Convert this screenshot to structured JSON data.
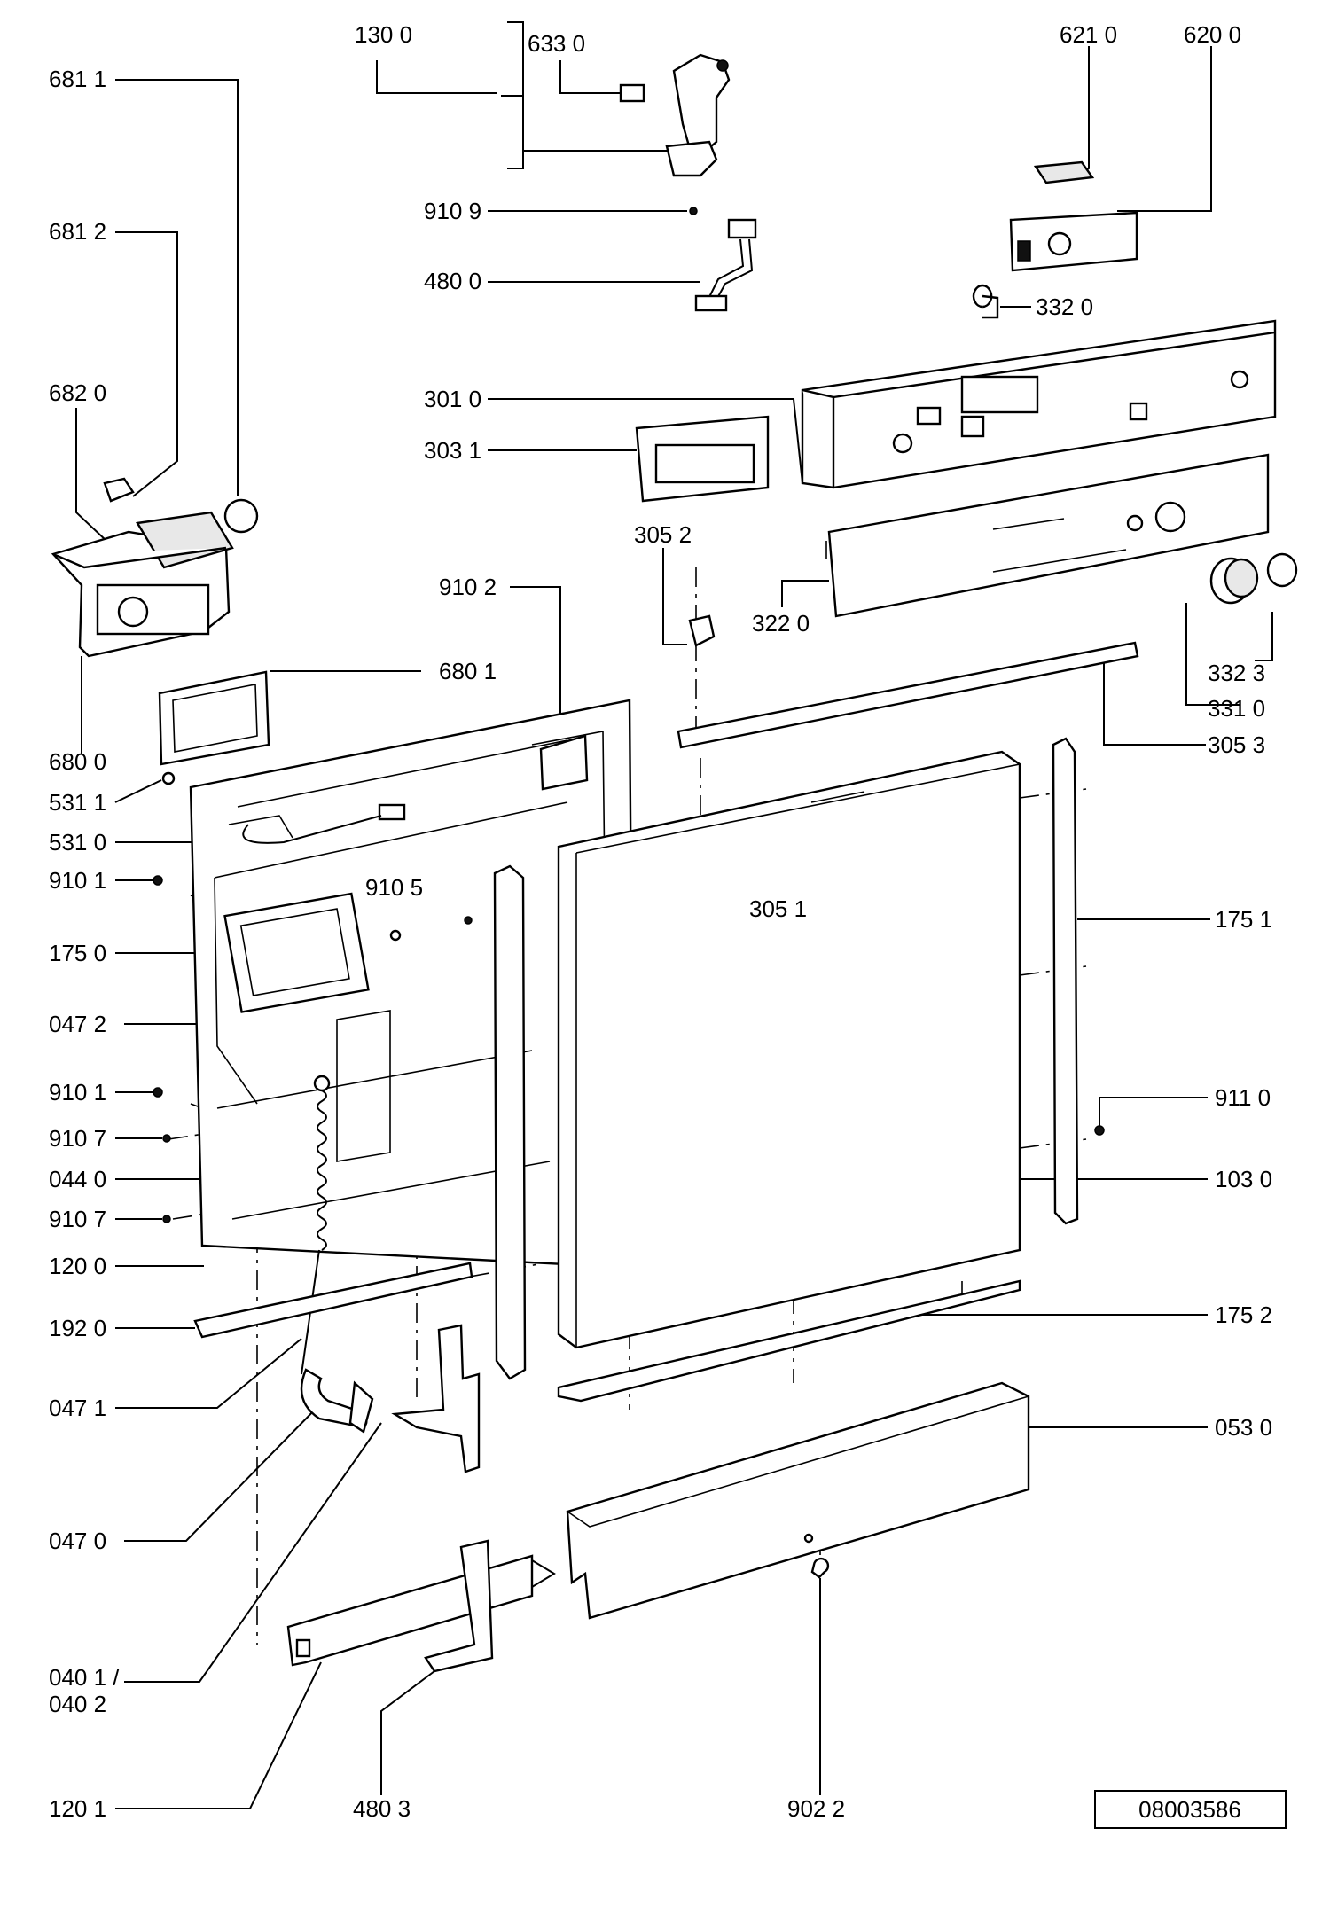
{
  "diagram": {
    "drawing_number": "08003586",
    "labels": [
      {
        "id": "l1300",
        "text": "130 0"
      },
      {
        "id": "l6330",
        "text": "633 0"
      },
      {
        "id": "l6210",
        "text": "621 0"
      },
      {
        "id": "l6200",
        "text": "620 0"
      },
      {
        "id": "l6811",
        "text": "681 1"
      },
      {
        "id": "l6812",
        "text": "681 2"
      },
      {
        "id": "l9109",
        "text": "910 9"
      },
      {
        "id": "l4800",
        "text": "480 0"
      },
      {
        "id": "l3320",
        "text": "332 0"
      },
      {
        "id": "l6820",
        "text": "682 0"
      },
      {
        "id": "l3010",
        "text": "301 0"
      },
      {
        "id": "l3031",
        "text": "303 1"
      },
      {
        "id": "l3052",
        "text": "305 2"
      },
      {
        "id": "l9102",
        "text": "910 2"
      },
      {
        "id": "l3220",
        "text": "322 0"
      },
      {
        "id": "l3323",
        "text": "332 3"
      },
      {
        "id": "l6801",
        "text": "680 1"
      },
      {
        "id": "l3310",
        "text": "331 0"
      },
      {
        "id": "l6800",
        "text": "680 0"
      },
      {
        "id": "l3053",
        "text": "305 3"
      },
      {
        "id": "l5311",
        "text": "531 1"
      },
      {
        "id": "l5310",
        "text": "531 0"
      },
      {
        "id": "l9101a",
        "text": "910 1"
      },
      {
        "id": "l9105",
        "text": "910 5"
      },
      {
        "id": "l3051",
        "text": "305 1"
      },
      {
        "id": "l1751",
        "text": "175 1"
      },
      {
        "id": "l1750",
        "text": "175 0"
      },
      {
        "id": "l0472",
        "text": "047 2"
      },
      {
        "id": "l9101b",
        "text": "910 1"
      },
      {
        "id": "l9110",
        "text": "911 0"
      },
      {
        "id": "l9107a",
        "text": "910 7"
      },
      {
        "id": "l0440",
        "text": "044 0"
      },
      {
        "id": "l1030",
        "text": "103 0"
      },
      {
        "id": "l9107b",
        "text": "910 7"
      },
      {
        "id": "l1200",
        "text": "120 0"
      },
      {
        "id": "l1920",
        "text": "192 0"
      },
      {
        "id": "l1752",
        "text": "175 2"
      },
      {
        "id": "l0471",
        "text": "047 1"
      },
      {
        "id": "l0530",
        "text": "053 0"
      },
      {
        "id": "l0470",
        "text": "047 0"
      },
      {
        "id": "l0401",
        "text": "040 1 /"
      },
      {
        "id": "l0402",
        "text": "040 2"
      },
      {
        "id": "l1201",
        "text": "120 1"
      },
      {
        "id": "l4803",
        "text": "480 3"
      },
      {
        "id": "l9022",
        "text": "902 2"
      }
    ]
  }
}
